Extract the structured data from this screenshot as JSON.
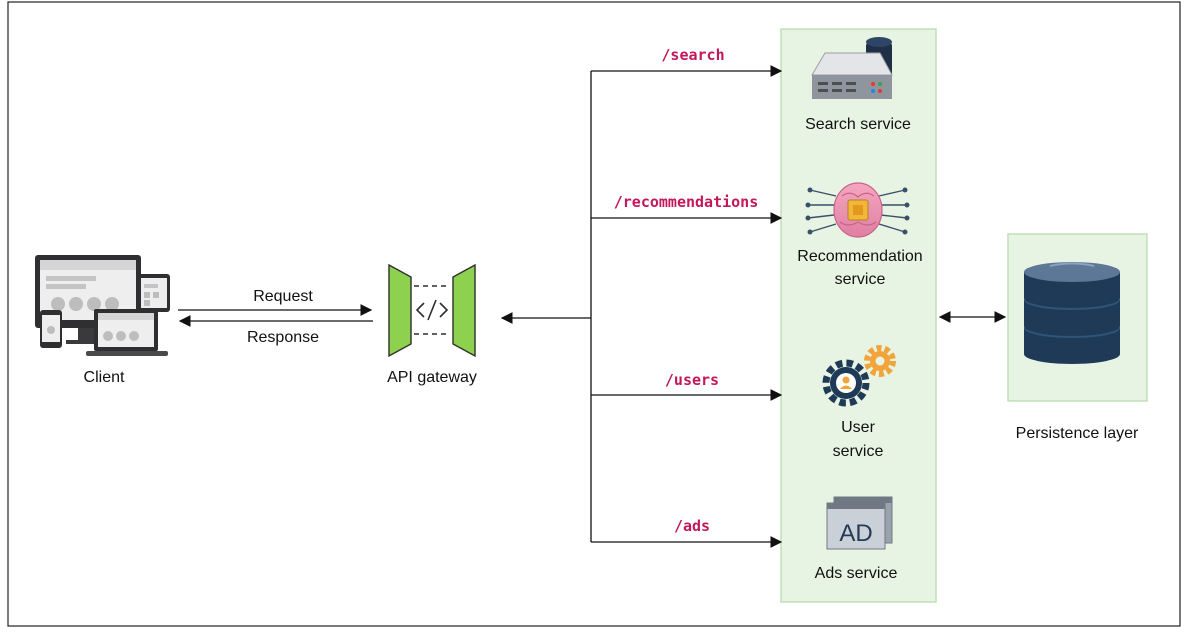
{
  "nodes": {
    "client": {
      "label": "Client",
      "icon": "devices-icon"
    },
    "gateway": {
      "label": "API gateway",
      "icon": "api-gateway-icon"
    },
    "search": {
      "label": "Search service",
      "icon": "server-database-icon"
    },
    "recommendation": {
      "label_line1": "Recommendation",
      "label_line2": "service",
      "icon": "brain-chip-icon"
    },
    "user": {
      "label_line1": "User",
      "label_line2": "service",
      "icon": "user-gears-icon"
    },
    "ads": {
      "label": "Ads service",
      "icon": "ad-icon",
      "icon_text": "AD"
    },
    "persistence": {
      "label": "Persistence layer",
      "icon": "database-icon"
    }
  },
  "edges": {
    "request": "Request",
    "response": "Response"
  },
  "routes": {
    "search": "/search",
    "recommendations": "/recommendations",
    "users": "/users",
    "ads": "/ads"
  },
  "colors": {
    "route_text": "#c2185b",
    "services_panel_fill": "#e8f4e3",
    "services_panel_stroke": "#b8dcae",
    "gateway_green": "#8ed14f",
    "database_navy": "#1f3a56"
  }
}
